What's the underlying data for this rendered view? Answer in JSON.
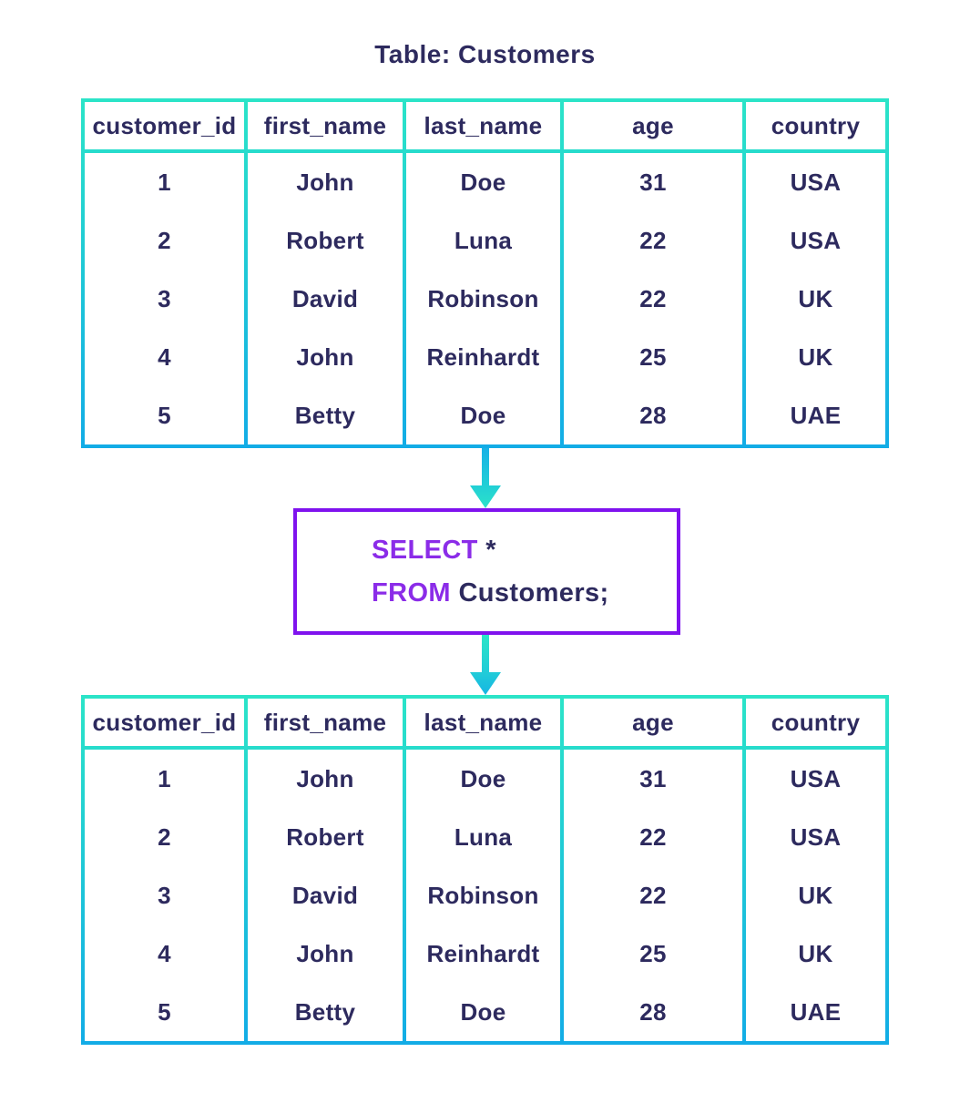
{
  "title": "Table: Customers",
  "colors": {
    "teal": "#2BE4C8",
    "blue": "#12ACE6",
    "navy": "#2D2A5E",
    "keyword_purple": "#8B2CE8",
    "box_purple": "#7F12EE",
    "background": "#FFFFFF"
  },
  "table": {
    "columns": [
      "customer_id",
      "first_name",
      "last_name",
      "age",
      "country"
    ],
    "rows": [
      [
        "1",
        "John",
        "Doe",
        "31",
        "USA"
      ],
      [
        "2",
        "Robert",
        "Luna",
        "22",
        "USA"
      ],
      [
        "3",
        "David",
        "Robinson",
        "22",
        "UK"
      ],
      [
        "4",
        "John",
        "Reinhardt",
        "25",
        "UK"
      ],
      [
        "5",
        "Betty",
        "Doe",
        "28",
        "UAE"
      ]
    ]
  },
  "query": {
    "select_keyword": "SELECT",
    "select_args": " *",
    "from_keyword": "FROM",
    "from_args": " Customers;"
  }
}
